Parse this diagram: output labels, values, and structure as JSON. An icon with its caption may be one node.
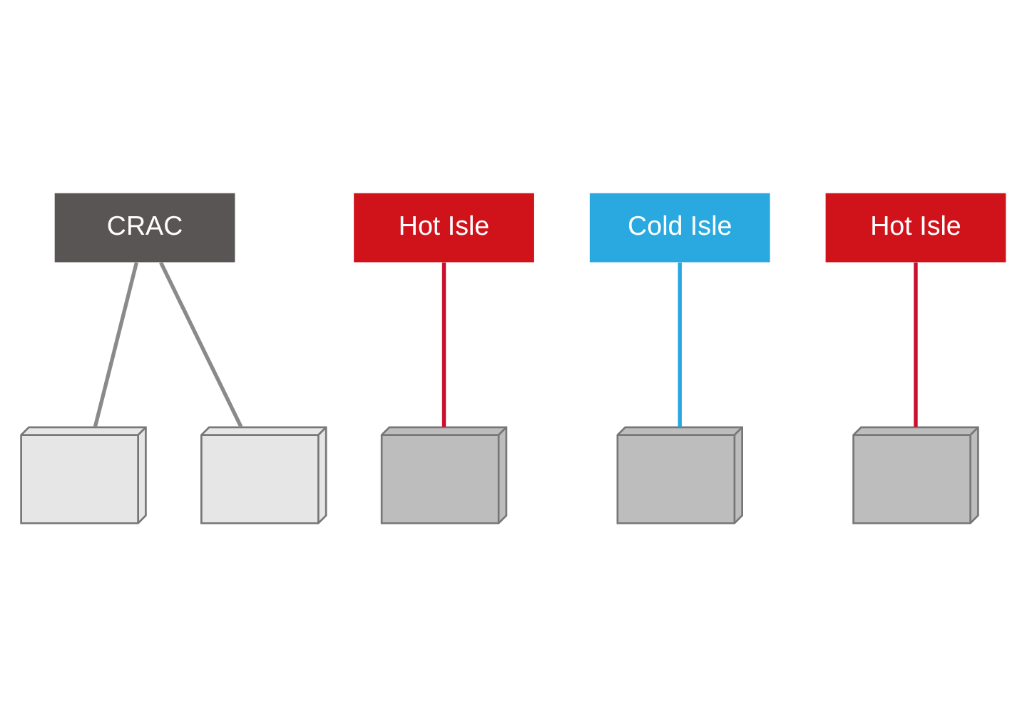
{
  "diagram": {
    "nodes": [
      {
        "text": [
          "CRAC"
        ]
      },
      {
        "text": [],
        "shape": "picture"
      },
      {
        "text": [],
        "shape": "picture"
      },
      {
        "text": [
          "Hot Isle"
        ]
      },
      {
        "text": [],
        "shape": "picture"
      },
      {
        "text": [
          "Cold Isle"
        ]
      },
      {
        "text": [],
        "shape": "picture"
      },
      {
        "text": [
          "Hot Isle"
        ]
      },
      {
        "text": [],
        "shape": "picture"
      }
    ],
    "edges": [
      {
        "from": 0,
        "to": 1,
        "arrow": "none"
      },
      {
        "from": 0,
        "to": 2,
        "arrow": "none"
      },
      {
        "from": 3,
        "to": 4,
        "arrow": "none",
        "color": "#c8102e"
      },
      {
        "from": 5,
        "to": 6,
        "arrow": "none",
        "color": "#29a8e0"
      },
      {
        "from": 7,
        "to": 8,
        "arrow": "none",
        "color": "#c8102e"
      }
    ]
  }
}
